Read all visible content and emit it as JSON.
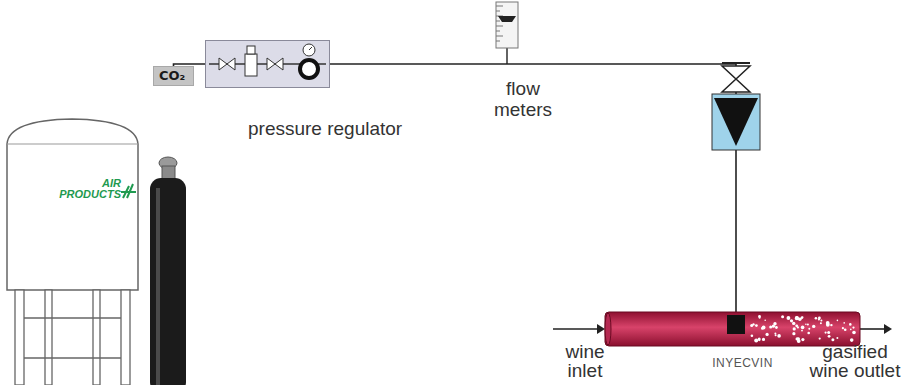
{
  "diagram": {
    "nodes": [
      {
        "text": [
          "AIR PRODUCTS"
        ]
      },
      {
        "text": [
          "CO₂"
        ]
      },
      {
        "text": [
          "pressure regulator"
        ]
      },
      {
        "text": [
          "flow meters"
        ]
      },
      {
        "text": [
          "INYECVIN"
        ]
      }
    ],
    "edges": [
      {
        "from": 1,
        "to": 2,
        "arrow": "none"
      },
      {
        "from": 2,
        "to": 3,
        "arrow": "none"
      },
      {
        "from": 3,
        "to": 4,
        "arrow": "none"
      }
    ],
    "labels": [
      "wine inlet",
      "gasified wine outlet"
    ]
  }
}
